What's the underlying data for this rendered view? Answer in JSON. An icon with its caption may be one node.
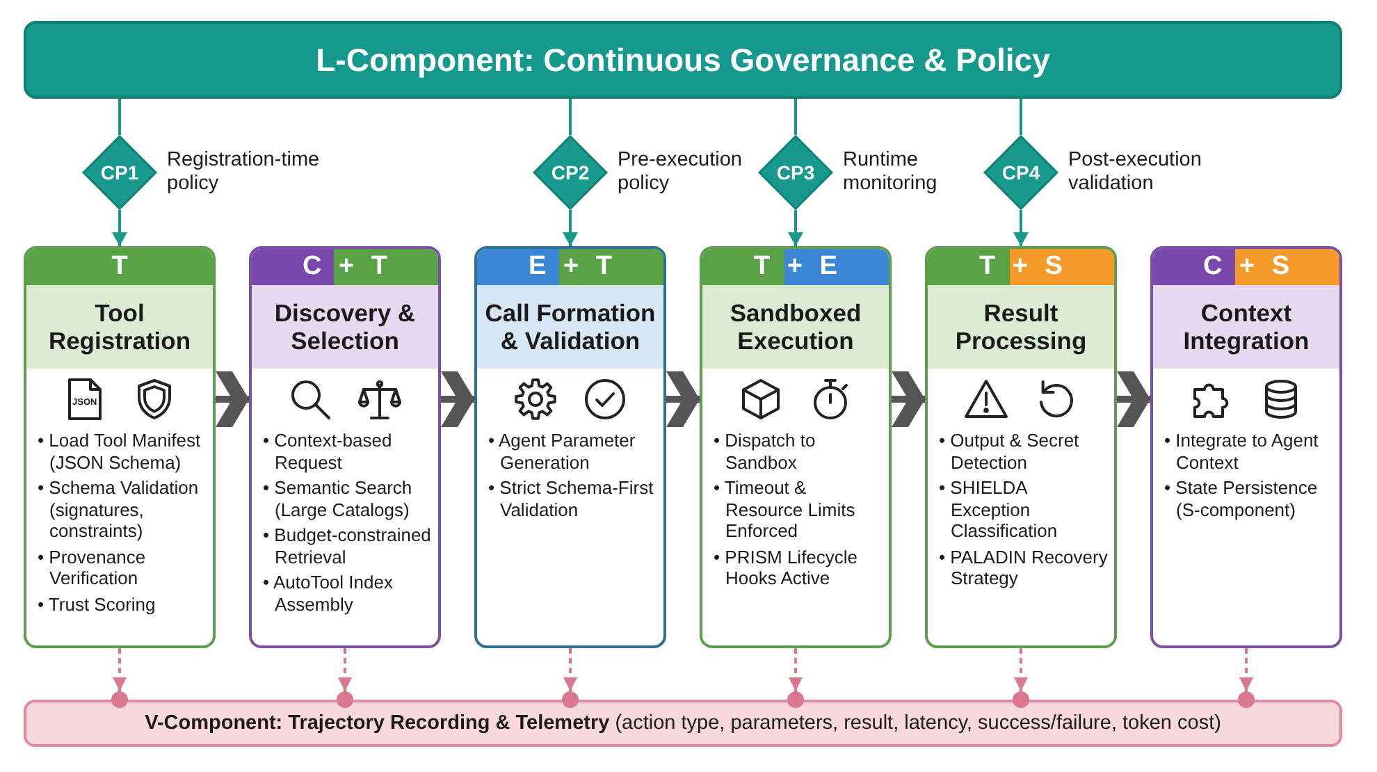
{
  "diagram": {
    "nodes": [
      {
        "text": [
          "L-Component: Continuous Governance & Policy"
        ]
      },
      {
        "text": [
          "CP1"
        ],
        "beside": [
          "Registration-time policy"
        ]
      },
      {
        "text": [
          "CP2"
        ],
        "beside": [
          "Pre-execution policy"
        ]
      },
      {
        "text": [
          "CP3"
        ],
        "beside": [
          "Runtime monitoring"
        ]
      },
      {
        "text": [
          "CP4"
        ],
        "beside": [
          "Post-execution validation"
        ]
      },
      {
        "text": [
          "T",
          "Tool Registration",
          "• Load Tool Manifest (JSON Schema)",
          "• Schema Validation (signatures, constraints)",
          "• Provenance Verification",
          "• Trust Scoring"
        ]
      },
      {
        "text": [
          "C + T",
          "Discovery & Selection",
          "• Context-based Request",
          "• Semantic Search (Large Catalogs)",
          "• Budget-constrained Retrieval",
          "• AutoTool Index Assembly"
        ]
      },
      {
        "text": [
          "E + T",
          "Call Formation & Validation",
          "• Agent Parameter Generation",
          "• Strict Schema-First Validation"
        ]
      },
      {
        "text": [
          "T + E",
          "Sandboxed Execution",
          "• Dispatch to Sandbox",
          "• Timeout & Resource Limits Enforced",
          "• PRISM Lifecycle Hooks Active"
        ]
      },
      {
        "text": [
          "T + S",
          "Result Processing",
          "• Output & Secret Detection",
          "• SHIELDA Exception Classification",
          "• PALADIN Recovery Strategy"
        ]
      },
      {
        "text": [
          "C + S",
          "Context Integration",
          "• Integrate to Agent Context",
          "• State Persistence (S-component)"
        ]
      },
      {
        "text": [
          "**V-Component: Trajectory Recording & Telemetry** (action type, parameters, result, latency, success/failure, token cost)"
        ]
      }
    ],
    "edges": [
      {
        "from": 0,
        "to": 1,
        "arrow": "none"
      },
      {
        "from": 1,
        "to": 5,
        "arrow": "to"
      },
      {
        "from": 0,
        "to": 2,
        "arrow": "none"
      },
      {
        "from": 2,
        "to": 7,
        "arrow": "to"
      },
      {
        "from": 0,
        "to": 3,
        "arrow": "none"
      },
      {
        "from": 3,
        "to": 8,
        "arrow": "to"
      },
      {
        "from": 0,
        "to": 4,
        "arrow": "none"
      },
      {
        "from": 4,
        "to": 9,
        "arrow": "to"
      },
      {
        "from": 5,
        "to": 6,
        "arrow": "to",
        "style": "thick",
        "color": "#555555"
      },
      {
        "from": 6,
        "to": 7,
        "arrow": "to",
        "style": "thick",
        "color": "#555555"
      },
      {
        "from": 7,
        "to": 8,
        "arrow": "to",
        "style": "thick",
        "color": "#555555"
      },
      {
        "from": 8,
        "to": 9,
        "arrow": "to",
        "style": "thick",
        "color": "#555555"
      },
      {
        "from": 9,
        "to": 10,
        "arrow": "to",
        "style": "thick",
        "color": "#555555"
      },
      {
        "from": 5,
        "to": 11,
        "arrow": "to",
        "style": "dashed",
        "color": "#d9788f"
      },
      {
        "from": 6,
        "to": 11,
        "arrow": "to",
        "style": "dashed",
        "color": "#d9788f"
      },
      {
        "from": 7,
        "to": 11,
        "arrow": "to",
        "style": "dashed",
        "color": "#d9788f"
      },
      {
        "from": 8,
        "to": 11,
        "arrow": "to",
        "style": "dashed",
        "color": "#d9788f"
      },
      {
        "from": 9,
        "to": 11,
        "arrow": "to",
        "style": "dashed",
        "color": "#d9788f"
      },
      {
        "from": 10,
        "to": 11,
        "arrow": "to",
        "style": "dashed",
        "color": "#d9788f"
      }
    ],
    "labels": [
      "JSON"
    ]
  }
}
